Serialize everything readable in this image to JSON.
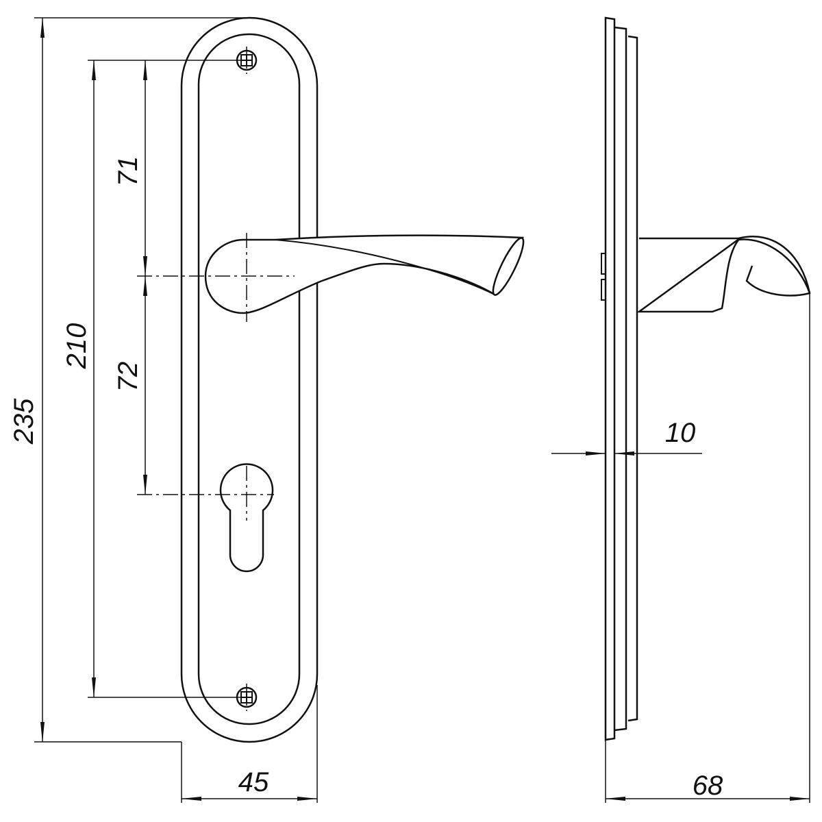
{
  "drawing": {
    "line_color": "#111111",
    "dimensions": {
      "overall_height": "235",
      "screw_spacing": "210",
      "upper_to_spindle": "71",
      "spindle_to_cylinder": "72",
      "plate_width": "45",
      "plate_thickness": "10",
      "projection_depth": "68"
    }
  }
}
